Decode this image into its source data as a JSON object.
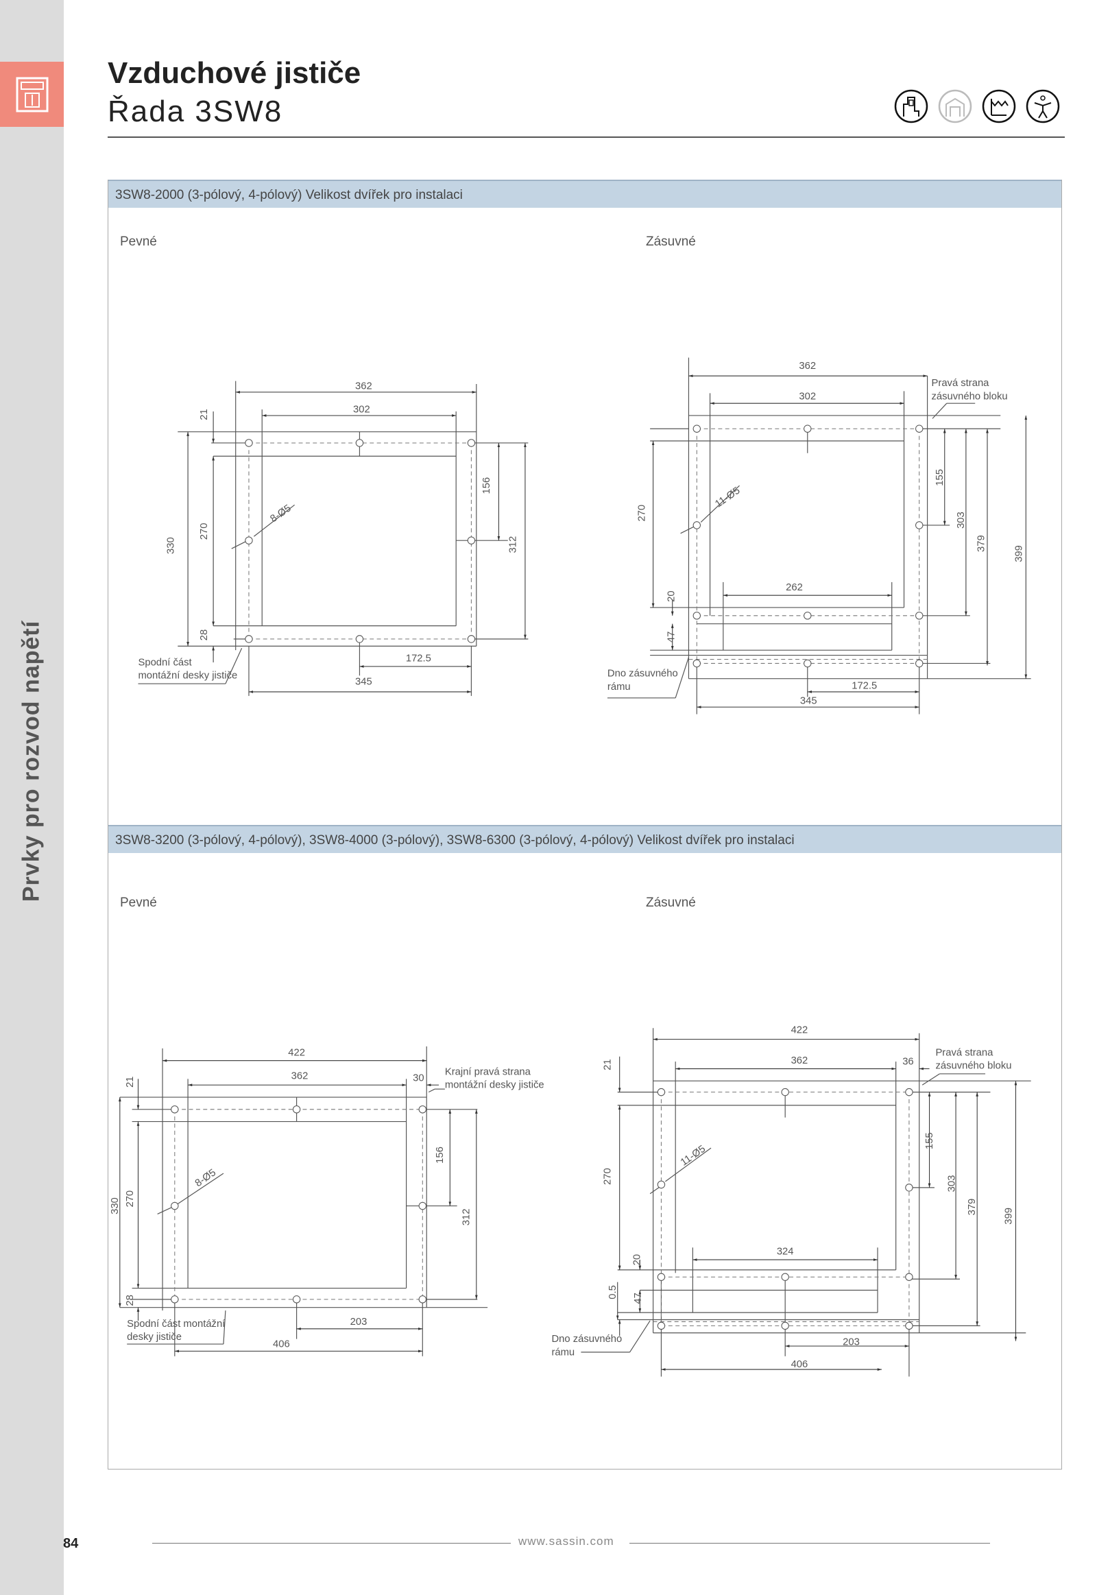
{
  "header": {
    "title": "Vzduchové jističe",
    "subtitle": "Řada 3SW8"
  },
  "sidebar": {
    "category": "Prvky pro rozvod napětí"
  },
  "icons": [
    "building-icon",
    "building-gray-icon",
    "factory-icon",
    "person-icon"
  ],
  "sections": [
    {
      "title": "3SW8-2000 (3-pólový, 4-pólový) Velikost dvířek pro instalaci",
      "left_label": "Pevné",
      "right_label": "Zásuvné"
    },
    {
      "title": "3SW8-3200 (3-pólový, 4-pólový), 3SW8-4000 (3-pólový), 3SW8-6300 (3-pólový, 4-pólový) Velikost dvířek pro instalaci",
      "left_label": "Pevné",
      "right_label": "Zásuvné"
    }
  ],
  "diagrams": {
    "d1": {
      "w362": "362",
      "w302": "302",
      "h21": "21",
      "h270": "270",
      "h330": "330",
      "h28": "28",
      "h156": "156",
      "h312": "312",
      "w172": "172.5",
      "w345": "345",
      "holes": "8-Ø5",
      "note1": "Spodní část",
      "note2": "montážní desky jističe"
    },
    "d2": {
      "w362": "362",
      "w302": "302",
      "h270": "270",
      "h20": "20",
      "h47": "47",
      "w262": "262",
      "h155": "155",
      "h303": "303",
      "h379": "379",
      "h399": "399",
      "w172": "172.5",
      "w345": "345",
      "holes": "11-Ø5",
      "right1": "Pravá strana",
      "right2": "zásuvného bloku",
      "note1": "Dno zásuvného",
      "note2": "rámu"
    },
    "d3": {
      "w422": "422",
      "w362": "362",
      "w30": "30",
      "h21": "21",
      "h270": "270",
      "h330": "330",
      "h28": "28",
      "h156": "156",
      "h312": "312",
      "w203": "203",
      "w406": "406",
      "holes": "8-Ø5",
      "right1": "Krajní pravá strana",
      "right2": "montážní desky jističe",
      "note1": "Spodní část montážní",
      "note2": "desky jističe"
    },
    "d4": {
      "w422": "422",
      "w362": "362",
      "w36": "36",
      "h21": "21",
      "h270": "270",
      "h20": "20",
      "h05": "0.5",
      "h47": "47",
      "w324": "324",
      "h155": "155",
      "h303": "303",
      "h379": "379",
      "h399": "399",
      "w203": "203",
      "w406": "406",
      "holes": "11-Ø5",
      "right1": "Pravá strana",
      "right2": "zásuvného bloku",
      "note1": "Dno zásuvného",
      "note2": "rámu"
    }
  },
  "footer": {
    "page": "84",
    "url": "www.sassin.com"
  }
}
